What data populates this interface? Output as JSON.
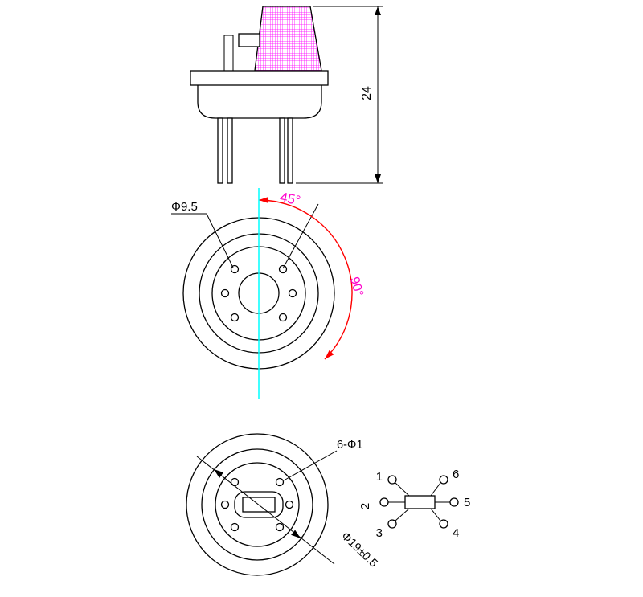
{
  "drawing": {
    "side_view": {
      "height_dim": "24"
    },
    "top_view": {
      "hole_dia_label": "Φ9.5",
      "angle_45_label": "45°",
      "angle_90_label": "90°"
    },
    "bottom_view": {
      "pin_holes_label": "6-Φ1",
      "pitch_dia_label": "Φ19±0.5"
    },
    "pinout": {
      "pin_1": "1",
      "pin_2": "2",
      "pin_3": "3",
      "pin_4": "4",
      "pin_5": "5",
      "pin_6": "6"
    }
  },
  "colors": {
    "outline": "#000000",
    "mesh": "#ff00ff",
    "centerline": "#00ffff",
    "angle_arc": "#ff0000",
    "angle_text": "#ff00cc",
    "background": "#ffffff"
  }
}
